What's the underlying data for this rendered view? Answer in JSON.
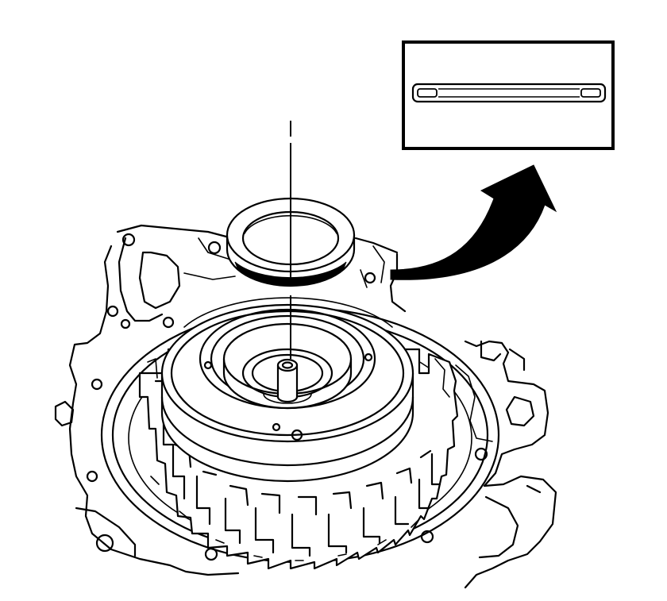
{
  "diagram": {
    "kind": "exploded-view illustration",
    "colors": {
      "line": "#000000",
      "background": "#ffffff"
    },
    "parts": [
      {
        "id": "thrust-bearing",
        "icon": "ring-bearing-icon"
      },
      {
        "id": "bearing-cross-section-inset",
        "icon": "section-profile-icon"
      },
      {
        "id": "callout-arrow",
        "icon": "curved-arrow-icon"
      },
      {
        "id": "clutch-housing-drum",
        "icon": "clutch-drum-icon"
      },
      {
        "id": "transmission-case",
        "icon": "case-housing-icon"
      },
      {
        "id": "centerline",
        "icon": "dash-axis-icon"
      }
    ]
  }
}
